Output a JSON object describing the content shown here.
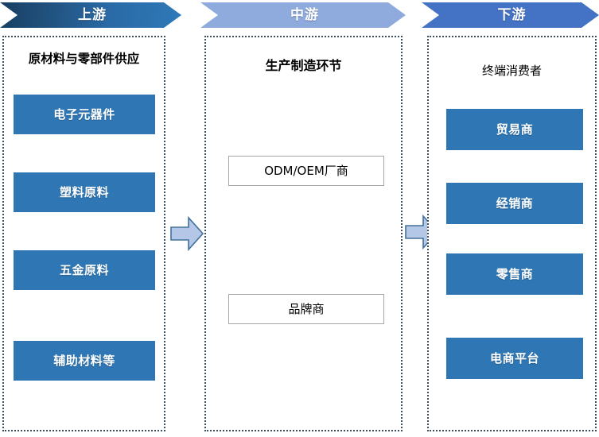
{
  "diagram": {
    "banners": [
      {
        "id": "upstream",
        "label": "上游"
      },
      {
        "id": "midstream",
        "label": "中游"
      },
      {
        "id": "downstream",
        "label": "下游"
      }
    ],
    "columns": {
      "upstream": {
        "title": "原材料与零部件供应",
        "items": [
          {
            "label": "电子元器件"
          },
          {
            "label": "塑料原料"
          },
          {
            "label": "五金原料"
          },
          {
            "label": "辅助材料等"
          }
        ]
      },
      "midstream": {
        "title": "生产制造环节",
        "items": [
          {
            "label": "ODM/OEM厂商"
          },
          {
            "label": "品牌商"
          }
        ]
      },
      "downstream": {
        "title": "终端消费者",
        "items": [
          {
            "label": "贸易商"
          },
          {
            "label": "经销商"
          },
          {
            "label": "零售商"
          },
          {
            "label": "电商平台"
          }
        ]
      }
    },
    "connectors": [
      {
        "id": "upstream-to-midstream",
        "icon": "right-arrow-icon"
      },
      {
        "id": "midstream-to-downstream",
        "icon": "right-arrow-icon"
      }
    ],
    "colors": {
      "banner_upstream_dark": "#1F4E79",
      "banner_upstream_light": "#2E79B8",
      "banner_midstream": "#8FAADC",
      "banner_downstream": "#4472C4",
      "item_box_blue": "#2E76B4",
      "connector_fill": "#B4C7E7",
      "connector_stroke": "#41719C",
      "column_border": "#3B4E5E",
      "outline_box_border": "#A6A6A6"
    }
  }
}
